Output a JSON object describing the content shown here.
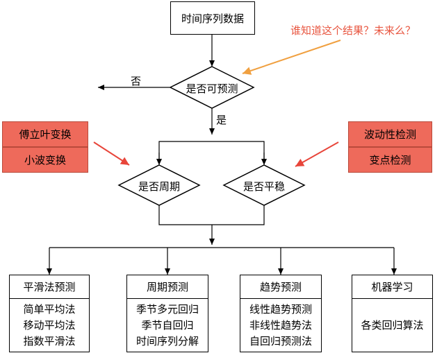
{
  "start": "时间序列数据",
  "question": "谁知道这个结果？未来么？",
  "decision_predictable": "是否可预测",
  "no_label": "否",
  "yes_label": "是",
  "decision_periodic": "是否周期",
  "decision_stationary": "是否平稳",
  "left_tools": [
    "傅立叶变换",
    "小波变换"
  ],
  "right_tools": [
    "波动性检测",
    "变点检测"
  ],
  "methods": [
    {
      "title": "平滑法预测",
      "items": [
        "简单平均法",
        "移动平均法",
        "指数平滑法"
      ]
    },
    {
      "title": "周期预测",
      "items": [
        "季节多元回归",
        "季节自回归",
        "时间序列分解"
      ]
    },
    {
      "title": "趋势预测",
      "items": [
        "线性趋势预测",
        "非线性趋势法",
        "自回归预测法"
      ]
    },
    {
      "title": "机器学习",
      "items": [
        "各类回归算法"
      ]
    }
  ],
  "colors": {
    "arrow_orange": "#f0a040",
    "arrow_red": "#e8453a",
    "tool_fill": "#ee6a5b",
    "question_text": "#e8553f"
  }
}
